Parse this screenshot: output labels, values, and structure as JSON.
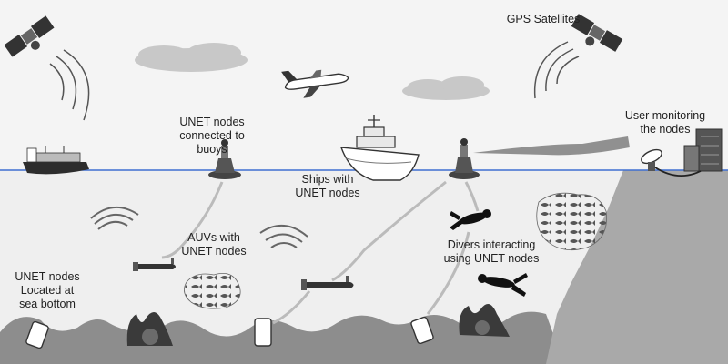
{
  "labels": {
    "gps_satellites": "GPS Satellites",
    "user_monitoring": "User monitoring\nthe nodes",
    "buoy_nodes": "UNET nodes\nconnected to\nbuoys",
    "ship_nodes": "Ships with\nUNET nodes",
    "auv_nodes": "AUVs with\nUNET nodes",
    "diver_nodes": "Divers interacting\nusing UNET nodes",
    "bottom_nodes": "UNET nodes\nLocated at\nsea bottom"
  },
  "colors": {
    "sky": "#f4f4f4",
    "sea": "#efefef",
    "waterline": "#3f6fd1",
    "seabed": "#8d8d8d",
    "cliff": "#a9a9a9",
    "cloud": "#c8c8c8",
    "dark": "#2d2d2d"
  },
  "icons": [
    "satellite-icon",
    "cloud-icon",
    "airplane-icon",
    "cargo-ship-icon",
    "buoy-icon",
    "research-ship-icon",
    "building-icon",
    "satellite-dish-icon",
    "auv-icon",
    "diver-icon",
    "fish-school-icon",
    "coral-icon",
    "seabed-node-icon"
  ]
}
